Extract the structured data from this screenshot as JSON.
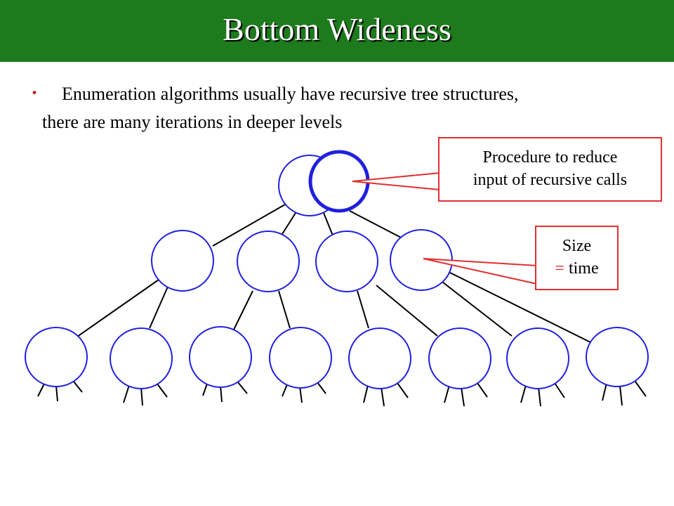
{
  "slide": {
    "title": "Bottom Wideness",
    "bullet_symbol": "・",
    "body": {
      "line1": "Enumeration algorithms usually have recursive tree structures,",
      "line2": "there are many iterations in deeper levels"
    }
  },
  "callouts": {
    "procedure": {
      "line1": "Procedure to reduce",
      "line2": "input of recursive calls"
    },
    "size": {
      "line1": "Size",
      "equals": "=",
      "line2": "time"
    }
  },
  "colors": {
    "title_bar": "#1d7a1d",
    "title_text": "#ffffff",
    "node_stroke": "#2020e0",
    "callout_border": "#e03030",
    "edge": "#000000"
  },
  "tree": {
    "root_nodes": 2,
    "level1_nodes": 4,
    "level2_nodes": 8,
    "highlighted_node": "root-right"
  }
}
